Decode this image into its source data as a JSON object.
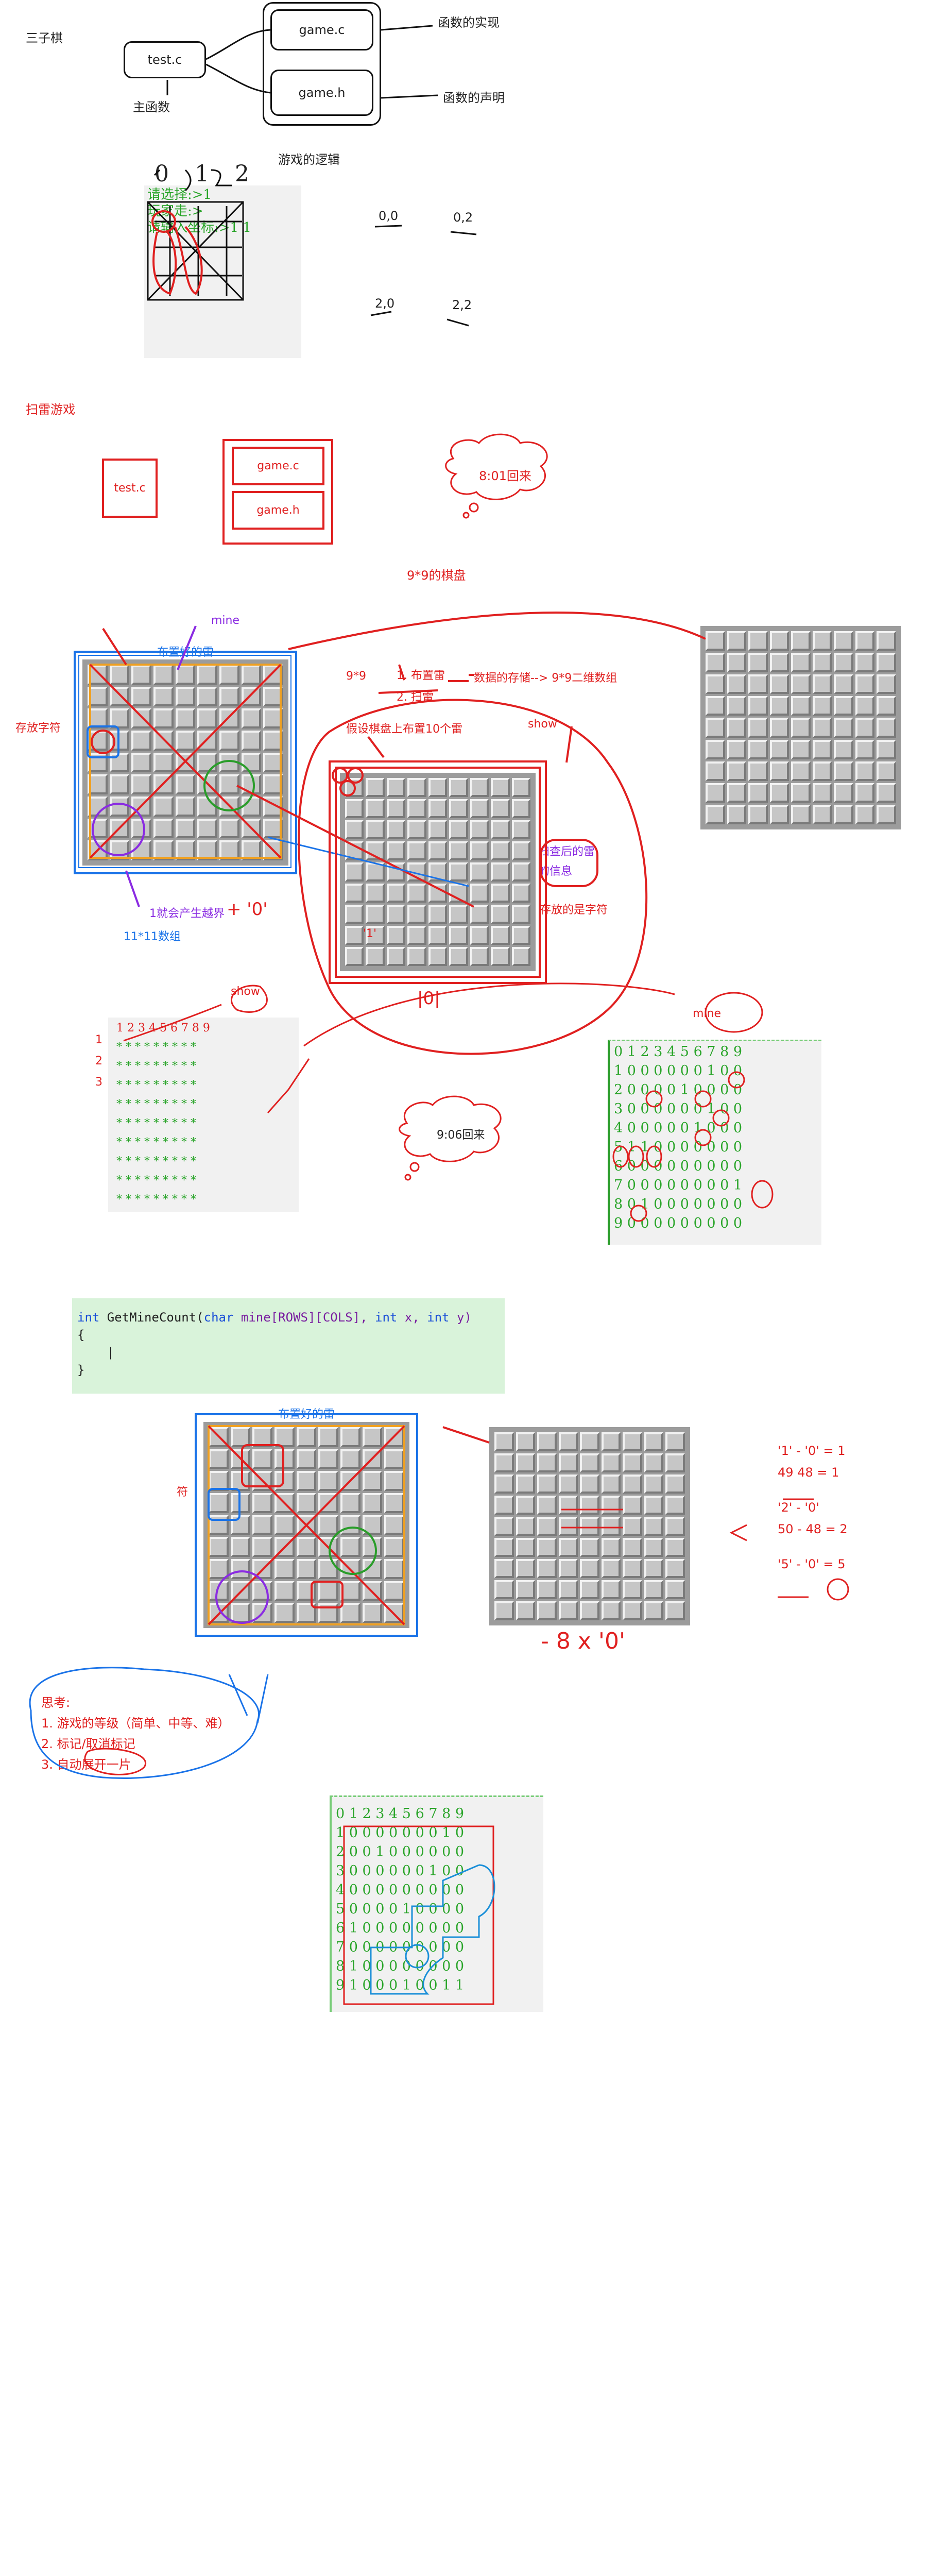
{
  "section1": {
    "title": "三子棋",
    "test_c": "test.c",
    "game_c": "game.c",
    "game_h": "game.h",
    "main_fn": "主函数",
    "impl": "函数的实现",
    "decl": "函数的声明",
    "logic": "游戏的逻辑",
    "col_digits": "0 1 2",
    "console_lines": [
      "请选择:>1",
      "",
      "",
      "",
      "",
      "",
      "",
      "玩家走:>",
      "请输入坐标:>1 1"
    ],
    "coords": [
      "0,0",
      "0,2",
      "2,0",
      "2,2"
    ]
  },
  "section2": {
    "title": "扫雷游戏",
    "test_c": "test.c",
    "game_c": "game.c",
    "game_h": "game.h",
    "cloud1": "8:01回来",
    "board_title": "9*9的棋盘",
    "mine_label": "mine",
    "placed_label": "布置好的雷",
    "store_char": "存放字符",
    "out_of_bounds": "1就会产生越界",
    "array_11": "11*11数组",
    "ninexnine": "9*9",
    "step1": "1. 布置雷",
    "step2": "2. 扫雷",
    "data_store": "数据的存储--> 9*9二维数组",
    "assume": "假设棋盘上布置10个雷",
    "show_label": "show",
    "scan_info": "扫查后的雷的信息",
    "store_char2": "存放的是字符",
    "hand1": "+ '0'",
    "hand2": "'1'",
    "hand3": "|0|",
    "show_console_label": "show",
    "mine_console_label": "mine",
    "cloud2": "9:06回来",
    "show_console": {
      "header": "1 2 3 4 5 6 7 8 9",
      "rows": [
        "* * * * * * * * *",
        "* * * * * * * * *",
        "* * * * * * * * *",
        "* * * * * * * * *",
        "* * * * * * * * *",
        "* * * * * * * * *",
        "* * * * * * * * *",
        "* * * * * * * * *",
        "* * * * * * * * *"
      ],
      "side_numbers": [
        "1",
        "2",
        "3"
      ]
    },
    "mine_console": {
      "header": "0 1 2 3 4 5 6 7 8 9",
      "rows": [
        "1 0 0 0 0 0 0 1 0 0",
        "2 0 0 0 0 1 0 0 0 0",
        "3 0 0 0 0 0 0 1 0 0",
        "4 0 0 0 0 0 1 0 0 0",
        "5 1 1 0 0 0 0 0 0 0",
        "6 0 0 0 0 0 0 0 0 0",
        "7 0 0 0 0 0 0 0 0 1",
        "8 0 1 0 0 0 0 0 0 0",
        "9 0 0 0 0 0 0 0 0 0"
      ]
    }
  },
  "section3": {
    "code_line1_kw": "int",
    "code_line1_fn": " GetMineCount(",
    "code_line1_ty": "char",
    "code_line1_rest": " mine[ROWS][COLS], ",
    "code_line1_kw2": "int",
    "code_line1_x": " x, ",
    "code_line1_kw3": "int",
    "code_line1_y": " y)",
    "code_line2": "{",
    "code_line3": "    |",
    "code_line4": "}",
    "placed_label": "布置好的雷",
    "side_label": "符",
    "calc": [
      "'1' - '0' = 1",
      "49   48 = 1",
      "'2' - '0'",
      "50 - 48 = 2",
      "'5' - '0' = 5"
    ],
    "hand_bottom": "- 8 x '0'",
    "think_title": "思考:",
    "think_items": [
      "1. 游戏的等级（简单、中等、难）",
      "2. 标记/取消标记",
      "3. 自动展开一片"
    ],
    "final_console": {
      "header": "0 1 2 3 4 5 6 7 8 9",
      "rows": [
        "1 0 0 0 0 0 0 0 1 0",
        "2 0 0 1 0 0 0 0 0 0",
        "3 0 0 0 0 0 0 1 0 0",
        "4 0 0 0 0 0 0 0 0 0",
        "5 0 0 0 0 1 0 0 0 0",
        "6 1 0 0 0 0 0 0 0 0",
        "7 0 0 0 0 0 0 0 0 0",
        "8 1 0 0 0 0 0 0 0 0",
        "9 1 0 0 0 1 0 0 1 1"
      ]
    }
  },
  "colors": {
    "red": "#e02020",
    "blue": "#1a73e8",
    "purple": "#8a2be2",
    "orange": "#f0a020",
    "green": "#2a9d2a"
  }
}
